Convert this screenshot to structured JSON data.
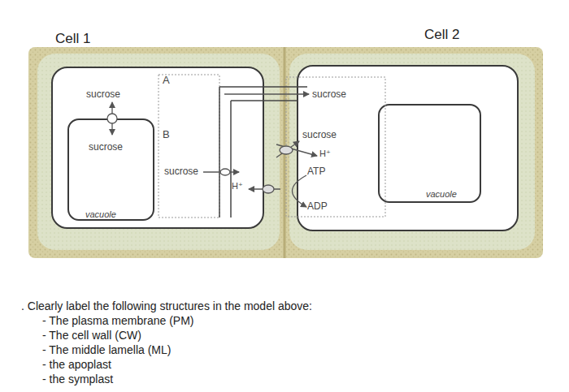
{
  "diagram": {
    "nodes": [
      {
        "text": [
          "Cell 1"
        ]
      },
      {
        "text": [
          "sucrose",
          "vacuole"
        ],
        "in": 0
      },
      {
        "text": [
          "Cell 2"
        ]
      },
      {
        "text": [
          "vacuole"
        ],
        "in": 2
      }
    ],
    "labels": [
      "A",
      "B",
      "sucrose",
      "sucrose",
      "sucrose",
      "sucrose",
      "H⁺",
      "ATP",
      "H⁺",
      "ADP",
      ". Clearly label the following structures in the model above:",
      "- The plasma membrane (PM)",
      "- The cell wall (CW)",
      "- The middle lamella (ML)",
      "- the apoplast",
      "- the symplast"
    ]
  }
}
